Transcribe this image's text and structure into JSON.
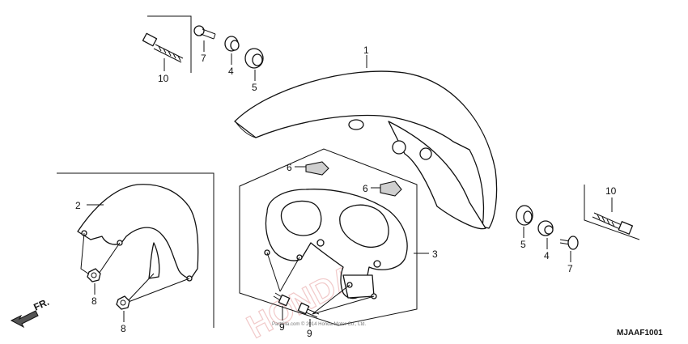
{
  "callouts": {
    "c1": "1",
    "c2": "2",
    "c3": "3",
    "c4a": "4",
    "c4b": "4",
    "c5a": "5",
    "c5b": "5",
    "c6a": "6",
    "c6b": "6",
    "c7a": "7",
    "c7b": "7",
    "c8a": "8",
    "c8b": "8",
    "c9a": "9",
    "c9b": "9",
    "c10a": "10",
    "c10b": "10"
  },
  "direction_arrow_label": "FR.",
  "diagram_code": "MJAAF1001",
  "copyright": "Partzilla.com © 2014 Honda Motor Co., Ltd.",
  "watermark": "HONDA",
  "colors": {
    "line": "#111111",
    "watermark": "#f1c9c9"
  }
}
